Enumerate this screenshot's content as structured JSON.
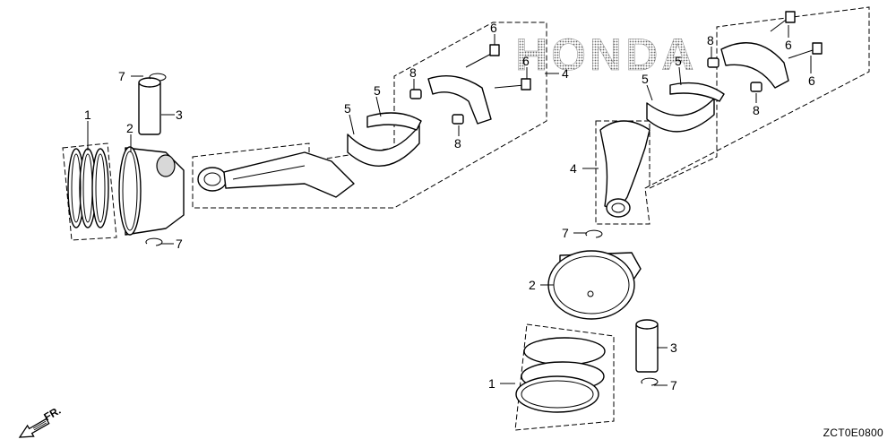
{
  "watermark": "HONDA",
  "direction_label": "FR.",
  "diagram_code": "ZCT0E0800",
  "labels": {
    "l1": "1",
    "l2": "2",
    "l3": "3",
    "l4": "4",
    "l5": "5",
    "l6": "6",
    "l7": "7",
    "l8": "8"
  }
}
